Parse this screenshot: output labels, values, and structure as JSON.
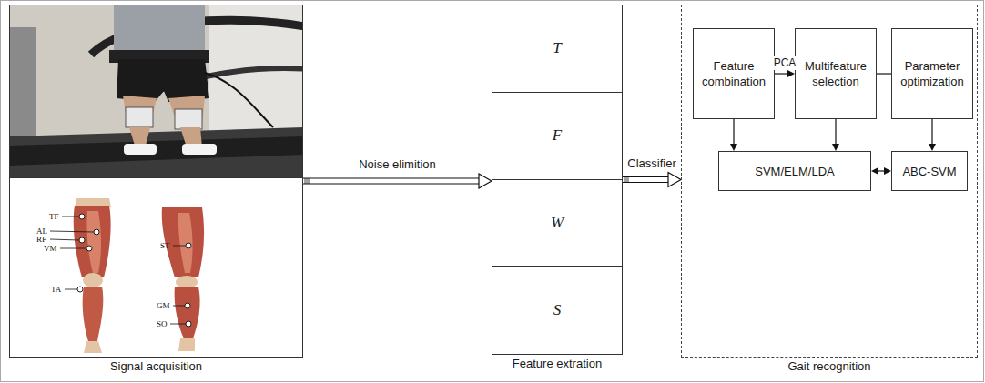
{
  "diagram": {
    "nodes": [
      {
        "text": [
          "Signal acquisition"
        ]
      },
      {
        "text": [
          "Feature extration"
        ]
      },
      {
        "text": [
          "T"
        ],
        "in": 1
      },
      {
        "text": [
          "F"
        ],
        "in": 1
      },
      {
        "text": [
          "W"
        ],
        "in": 1
      },
      {
        "text": [
          "S"
        ],
        "in": 1
      },
      {
        "text": [
          "Gait recognition"
        ]
      },
      {
        "text": [
          "Feature combination"
        ],
        "in": 6
      },
      {
        "text": [
          "Multifeature selection"
        ],
        "in": 6
      },
      {
        "text": [
          "Parameter optimization"
        ],
        "in": 6
      },
      {
        "text": [
          "SVM/ELM/LDA"
        ],
        "in": 6
      },
      {
        "text": [
          "ABC-SVM"
        ],
        "in": 6
      }
    ],
    "edges": [
      {
        "from": 0,
        "to": 1,
        "label": "Noise elimition",
        "arrow": "to"
      },
      {
        "from": 1,
        "to": 6,
        "label": "Classifier",
        "arrow": "to"
      },
      {
        "from": 7,
        "to": 8,
        "label": "PCA",
        "arrow": "to"
      },
      {
        "from": 8,
        "to": 9,
        "arrow": "none"
      },
      {
        "from": 7,
        "to": 10,
        "arrow": "to"
      },
      {
        "from": 8,
        "to": 10,
        "arrow": "to"
      },
      {
        "from": 9,
        "to": 11,
        "arrow": "to"
      },
      {
        "from": 10,
        "to": 11,
        "arrow": "both"
      }
    ],
    "labels": [
      "TF",
      "AL",
      "RF",
      "VM",
      "TA",
      "ST",
      "GM",
      "SO"
    ]
  }
}
